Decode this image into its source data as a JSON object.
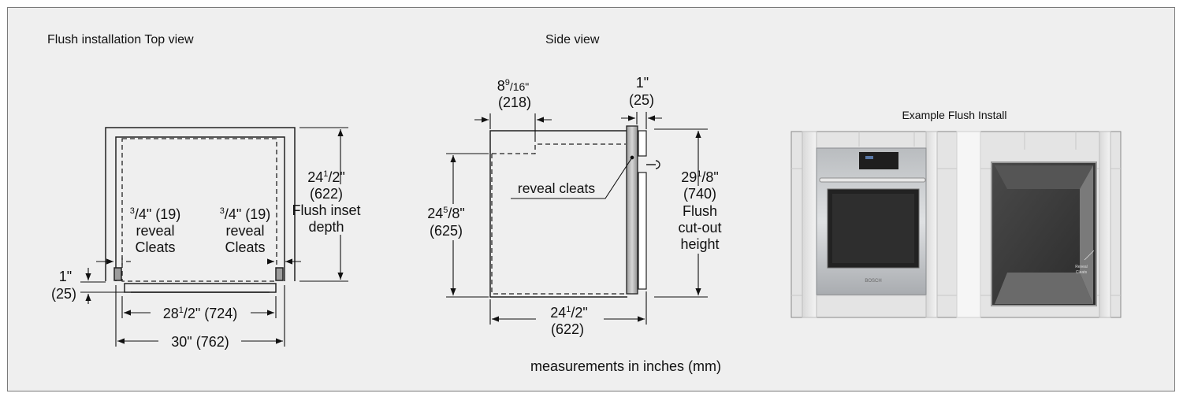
{
  "top_view": {
    "title": "Flush installation Top view",
    "depth": {
      "main": "24",
      "sup": "1",
      "sub": "/2\"",
      "mm": "(622)",
      "line3": "Flush inset",
      "line4": "depth"
    },
    "left_cleat": {
      "sup": "3",
      "rest": "/4\" (19)",
      "line2": "reveal",
      "line3": "Cleats"
    },
    "right_cleat": {
      "sup": "3",
      "rest": "/4\" (19)",
      "line2": "reveal",
      "line3": "Cleats"
    },
    "gap": {
      "line1": "1\"",
      "line2": "(25)"
    },
    "inner_width": {
      "main": "28",
      "sup": "1",
      "rest": "/2\" (724)"
    },
    "outer_width": "30\" (762)"
  },
  "side_view": {
    "title": "Side view",
    "top_depth": {
      "main": "8",
      "sup": "9",
      "sub": "/16\"",
      "mm": "(218)"
    },
    "door": {
      "line1": "1\"",
      "line2": "(25)"
    },
    "cleats_label": "reveal cleats",
    "left_height": {
      "main": "24",
      "sup": "5",
      "sub": "/8\"",
      "mm": "(625)"
    },
    "right_height": {
      "main": "29",
      "sup": "1",
      "sub": "/8\"",
      "mm": "(740)",
      "line3": "Flush",
      "line4": "cut-out",
      "line5": "height"
    },
    "bottom_depth": {
      "main": "24",
      "sup": "1",
      "sub": "/2\"",
      "mm": "(622)"
    }
  },
  "photo": {
    "caption": "Example Flush Install",
    "annotation_line1": "Reveal",
    "annotation_line2": "Cleats",
    "brand": "BOSCH"
  },
  "footer": "measurements in inches (mm)"
}
